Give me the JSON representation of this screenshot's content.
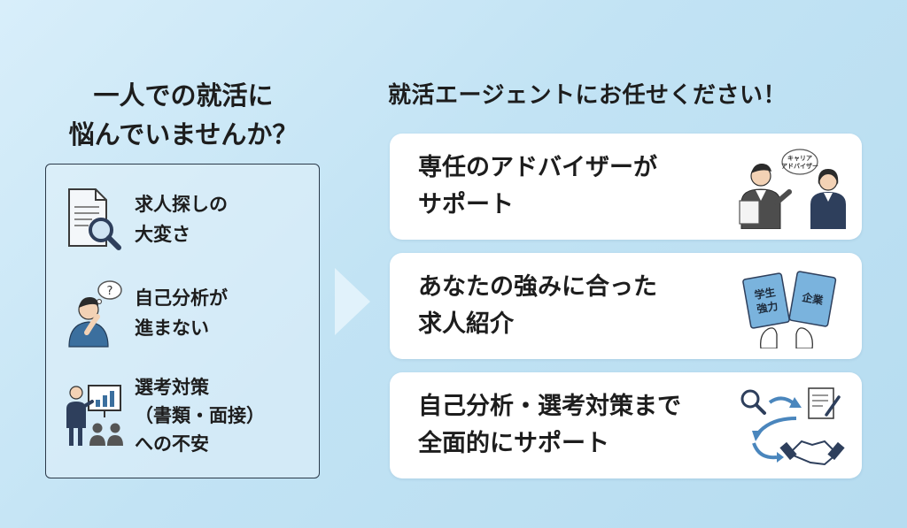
{
  "left": {
    "title_lines": [
      "一人での就活に",
      "悩んでいませんか？"
    ],
    "items": [
      {
        "icon": "document-search-icon",
        "lines": [
          "求人探しの",
          "大変さ"
        ]
      },
      {
        "icon": "thinking-person-icon",
        "lines": [
          "自己分析が",
          "進まない"
        ],
        "bubble": "?"
      },
      {
        "icon": "presentation-icon",
        "lines": [
          "選考対策",
          "（書類・面接）",
          "への不安"
        ]
      }
    ]
  },
  "right": {
    "title": "就活エージェントにお任せください！",
    "cards": [
      {
        "icon": "advisor-people-icon",
        "lines": [
          "専任のアドバイザーが",
          "サポート"
        ],
        "bubble_lines": [
          "キャリア",
          "アドバイザー"
        ]
      },
      {
        "icon": "matching-cards-icon",
        "lines": [
          "あなたの強みに合った",
          "求人紹介"
        ],
        "card_a_lines": [
          "学生",
          "強力"
        ],
        "card_b": "企業"
      },
      {
        "icon": "process-support-icon",
        "lines": [
          "自己分析・選考対策まで",
          "全面的にサポート"
        ]
      }
    ]
  },
  "colors": {
    "accent": "#3b6f9e",
    "navy": "#2e3f5c",
    "arrow": "#dff0fa",
    "card_blue": "#7ab3dd"
  }
}
